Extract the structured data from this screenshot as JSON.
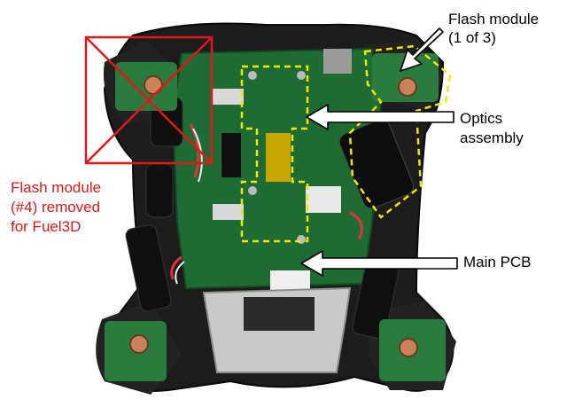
{
  "labels": {
    "flash_module_line1": "Flash module",
    "flash_module_line2": "(1 of 3)",
    "optics_line1": "Optics",
    "optics_line2": "assembly",
    "removed_line1": "Flash module",
    "removed_line2": "(#4) removed",
    "removed_line3": "for Fuel3D",
    "main_pcb": "Main PCB"
  },
  "colors": {
    "annotation_red": "#e01818",
    "highlight_yellow": "#f2e600",
    "housing": "#1c1c1c",
    "pcb_green": "#1f6b34"
  }
}
